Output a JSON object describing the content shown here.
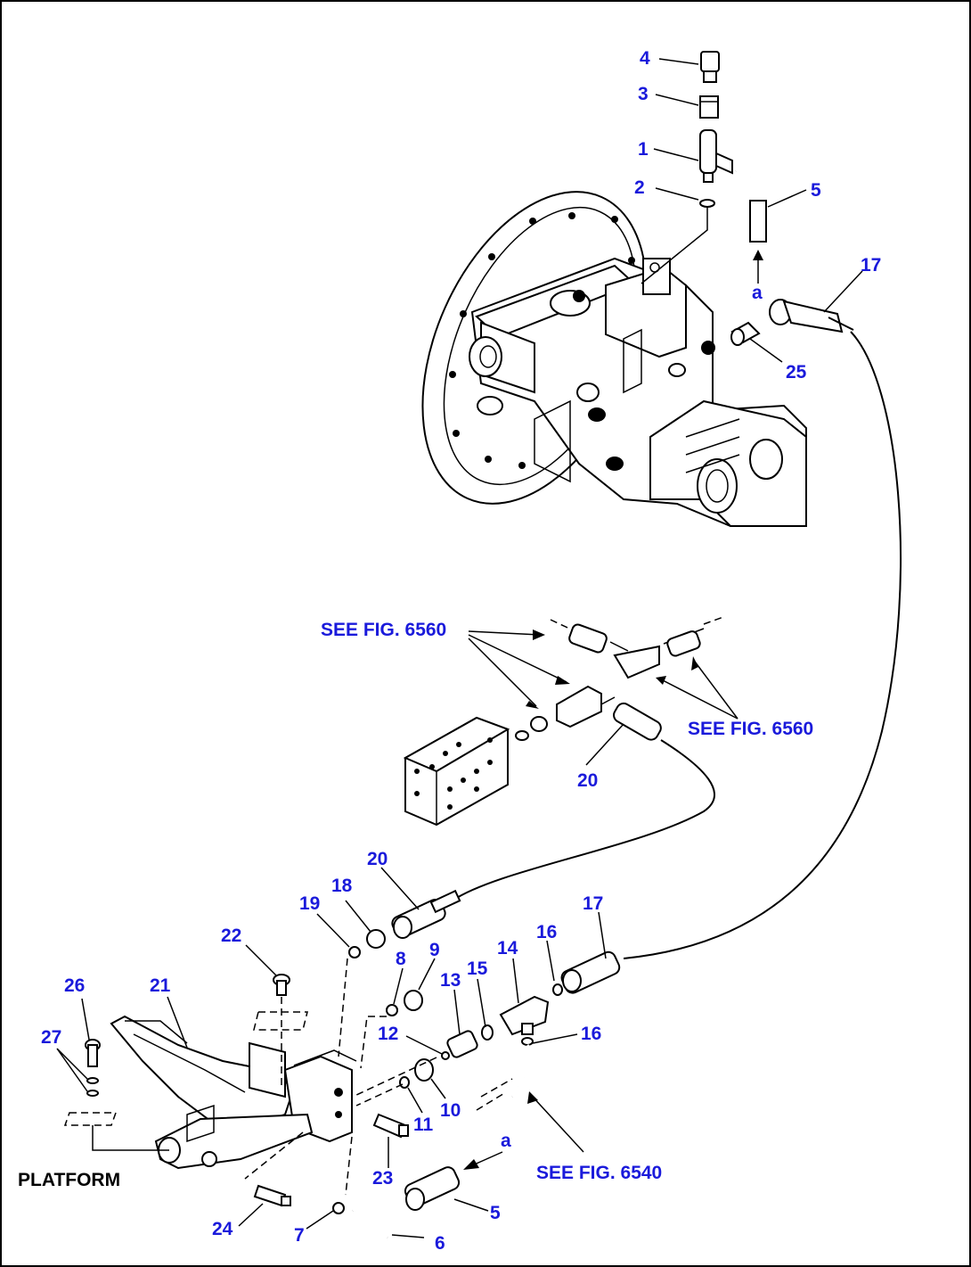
{
  "callouts": [
    {
      "id": "c4",
      "text": "4"
    },
    {
      "id": "c3",
      "text": "3"
    },
    {
      "id": "c1",
      "text": "1"
    },
    {
      "id": "c2",
      "text": "2"
    },
    {
      "id": "c5a",
      "text": "5"
    },
    {
      "id": "ca1",
      "text": "a"
    },
    {
      "id": "c17a",
      "text": "17"
    },
    {
      "id": "c25",
      "text": "25"
    },
    {
      "id": "cfig1",
      "text": "SEE FIG. 6560"
    },
    {
      "id": "cfig2",
      "text": "SEE FIG. 6560"
    },
    {
      "id": "c20a",
      "text": "20"
    },
    {
      "id": "c20b",
      "text": "20"
    },
    {
      "id": "c18",
      "text": "18"
    },
    {
      "id": "c19",
      "text": "19"
    },
    {
      "id": "c17b",
      "text": "17"
    },
    {
      "id": "c16a",
      "text": "16"
    },
    {
      "id": "c14",
      "text": "14"
    },
    {
      "id": "c15",
      "text": "15"
    },
    {
      "id": "c13",
      "text": "13"
    },
    {
      "id": "c9",
      "text": "9"
    },
    {
      "id": "c8",
      "text": "8"
    },
    {
      "id": "c22",
      "text": "22"
    },
    {
      "id": "c26",
      "text": "26"
    },
    {
      "id": "c21",
      "text": "21"
    },
    {
      "id": "c27",
      "text": "27"
    },
    {
      "id": "c12",
      "text": "12"
    },
    {
      "id": "c16b",
      "text": "16"
    },
    {
      "id": "c11",
      "text": "11"
    },
    {
      "id": "c10",
      "text": "10"
    },
    {
      "id": "c23",
      "text": "23"
    },
    {
      "id": "ca2",
      "text": "a"
    },
    {
      "id": "cfig3",
      "text": "SEE FIG. 6540"
    },
    {
      "id": "c5b",
      "text": "5"
    },
    {
      "id": "c24",
      "text": "24"
    },
    {
      "id": "c7",
      "text": "7"
    },
    {
      "id": "c6",
      "text": "6"
    }
  ],
  "platform_label": "PLATFORM"
}
